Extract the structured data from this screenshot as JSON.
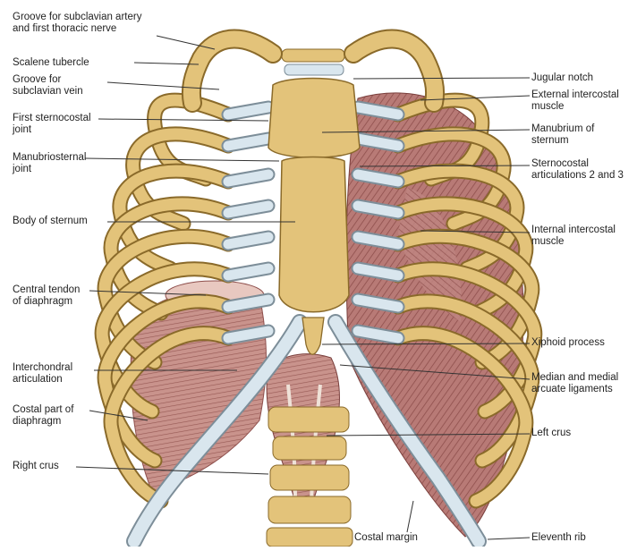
{
  "colors": {
    "bone": "#e3c37a",
    "bone_edge": "#8a6a2a",
    "cartilage": "#d9e6ee",
    "cartilage_edge": "#7d8e99",
    "muscle": "#b87a76",
    "muscle_dark": "#8e4f4c",
    "diaphragm": "#c99a92",
    "leader": "#333333"
  },
  "labels_left": [
    {
      "lines": [
        "Groove for subclavian artery",
        "and first thoracic nerve"
      ]
    },
    {
      "lines": [
        "Scalene tubercle"
      ]
    },
    {
      "lines": [
        "Groove for",
        "subclavian vein"
      ]
    },
    {
      "lines": [
        "First sternocostal",
        "joint"
      ]
    },
    {
      "lines": [
        "Manubriosternal",
        "joint"
      ]
    },
    {
      "lines": [
        "Body of sternum"
      ]
    },
    {
      "lines": [
        "Central tendon",
        "of diaphragm"
      ]
    },
    {
      "lines": [
        "Interchondral",
        "articulation"
      ]
    },
    {
      "lines": [
        "Costal part of",
        "diaphragm"
      ]
    },
    {
      "lines": [
        "Right crus"
      ]
    }
  ],
  "labels_right": [
    {
      "lines": [
        "Jugular notch"
      ]
    },
    {
      "lines": [
        "External intercostal",
        "muscle"
      ]
    },
    {
      "lines": [
        "Manubrium of",
        "sternum"
      ]
    },
    {
      "lines": [
        "Sternocostal",
        "articulations 2 and 3"
      ]
    },
    {
      "lines": [
        "Internal intercostal",
        "muscle"
      ]
    },
    {
      "lines": [
        "Xiphoid process"
      ]
    },
    {
      "lines": [
        "Median and medial",
        "arcuate ligaments"
      ]
    },
    {
      "lines": [
        "Left crus"
      ]
    },
    {
      "lines": [
        "Eleventh rib"
      ]
    }
  ],
  "labels_bottom": [
    {
      "lines": [
        "Costal margin"
      ]
    }
  ]
}
